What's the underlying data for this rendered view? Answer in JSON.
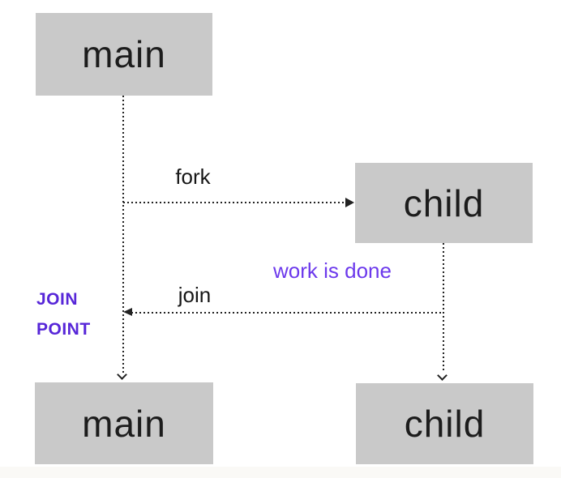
{
  "boxes": {
    "main_top": "main",
    "child_top": "child",
    "main_bottom": "main",
    "child_bottom": "child"
  },
  "arrows": {
    "fork_label": "fork",
    "join_label": "join"
  },
  "annotations": {
    "work_done": "work is done",
    "join_point_line1": "JOIN",
    "join_point_line2": "POINT"
  },
  "colors": {
    "box_fill": "#c9c9c9",
    "line": "#222222",
    "join_point": "#5726d8",
    "work_done": "#6c39ec",
    "background": "#ffffff"
  }
}
